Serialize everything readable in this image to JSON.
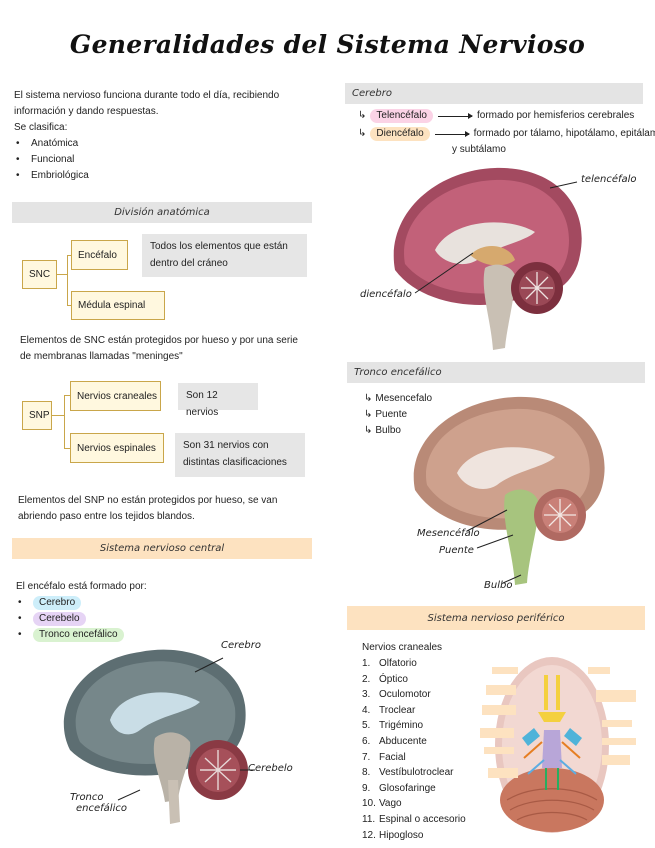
{
  "title": "Generalidades del Sistema Nervioso",
  "intro": {
    "line1": "El sistema nervioso funciona durante todo el día, recibiendo",
    "line2": "información y dando respuestas.",
    "line3": "Se clasifica:",
    "items": [
      "Anatómica",
      "Funcional",
      "Embriológica"
    ]
  },
  "division": {
    "header": "División anatómica",
    "snc": "SNC",
    "encefalo": "Encéfalo",
    "encefalo_desc_1": "Todos los elementos que están",
    "encefalo_desc_2": "dentro del cráneo",
    "medula": "Médula espinal",
    "snc_note_1": "Elementos de SNC están protegidos por hueso y por una serie",
    "snc_note_2": "de membranas llamadas \"meninges\"",
    "snp": "SNP",
    "craneales": "Nervios craneales",
    "craneales_desc": "Son 12 nervios",
    "espinales": "Nervios espinales",
    "espinales_desc_1": "Son 31 nervios con",
    "espinales_desc_2": "distintas clasificaciones",
    "snp_note_1": "Elementos del SNP no están protegidos por hueso, se van",
    "snp_note_2": "abriendo paso entre los tejidos blandos."
  },
  "snc_section": {
    "header": "Sistema nervioso central",
    "intro": "El encéfalo está formado por:",
    "items": [
      "Cerebro",
      "Cerebelo",
      "Tronco encefálico"
    ],
    "label_cerebro": "Cerebro",
    "label_cerebelo": "Cerebelo",
    "label_tronco_1": "Tronco",
    "label_tronco_2": "encefálico"
  },
  "cerebro": {
    "header": "Cerebro",
    "telencefalo": "Telencéfalo",
    "telencefalo_desc": "formado por hemisferios cerebrales",
    "diencefalo": "Diencéfalo",
    "diencefalo_desc_1": "formado por tálamo, hipotálamo, epitálamo",
    "diencefalo_desc_2": "y subtálamo",
    "label_tel": "telencéfalo",
    "label_dien": "diencéfalo"
  },
  "tronco": {
    "header": "Tronco encefálico",
    "items": [
      "Mesencefalo",
      "Puente",
      "Bulbo"
    ],
    "label_mes": "Mesencéfalo",
    "label_puente": "Puente",
    "label_bulbo": "Bulbo"
  },
  "snp_section": {
    "header": "Sistema nervioso periférico",
    "subtitle": "Nervios craneales",
    "nerves": [
      "Olfatorio",
      "Óptico",
      "Oculomotor",
      "Troclear",
      "Trigémino",
      "Abducente",
      "Facial",
      "Vestíbulotroclear",
      "Glosofaringe",
      "Vago",
      "Espinal o accesorio",
      "Hipogloso"
    ]
  },
  "colors": {
    "gray_bar": "#e4e4e4",
    "peach_bar": "#fde2c0",
    "box_border": "#c9a64a",
    "box_fill": "#fff8df",
    "pill_blue": "#cdeefa",
    "pill_purple": "#e6d4f5",
    "pill_green": "#d9f2d0",
    "pill_pink": "#fbd3e6",
    "pill_peach": "#fde2c0"
  }
}
